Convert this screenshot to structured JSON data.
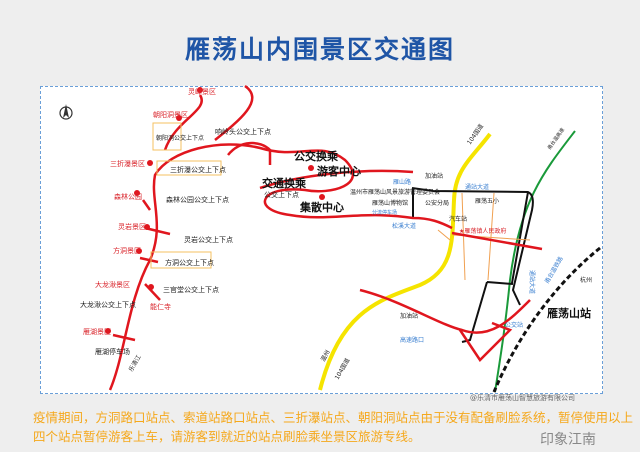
{
  "title": "雁荡山内围景区交通图",
  "map": {
    "scenic_spots": [
      "灵峰景区",
      "朝阳洞景区",
      "三折瀑景区",
      "森林公园",
      "灵岩景区",
      "方洞景区",
      "大龙湫景区",
      "能仁寺",
      "雁湖景区"
    ],
    "bus_stops": [
      "响岭头公交上下点",
      "朝阳洞公交上下点",
      "三折瀑公交上下点",
      "森林公园公交上下点",
      "灵岩公交上下点",
      "方洞公交上下点",
      "三官堂公交上下点",
      "大龙湫公交上下点",
      "雁湖停车场"
    ],
    "hubs": {
      "transfer_a": "公交换乘",
      "visitor_center": "游客中心",
      "transfer_b": "交通换乘",
      "transfer_b_sub": "公交上下点",
      "dispersal": "集散中心"
    },
    "places": {
      "committee": "温州市雁荡山风景旅游管理委员会",
      "museum": "雁荡山博物馆",
      "police": "公安分局",
      "bus_station": "汽车站",
      "school": "雁荡五小",
      "gov": "★雁荡镇人民政府",
      "gas1": "加油站",
      "gas2": "加油站",
      "train_station": "雁荡山站",
      "bus_stop": "公交站"
    },
    "roads": {
      "yanshan": "雁山路",
      "tongzhan": "通站大道",
      "songxi": "松溪大道",
      "tongzhan_v": "通站大道",
      "gaosu": "高速路口",
      "g104_n": "104国道",
      "g104_s": "104国道",
      "to_wenzhou": "温州",
      "to_hangzhou": "杭州",
      "to_lejiang": "乐清江",
      "expressway": "甬台温高速",
      "rail": "甬台温铁路",
      "parking": "分流停车场"
    },
    "colors": {
      "scenic_road": "#e0161e",
      "highway": "#f5e400",
      "expressway": "#1a9a3a",
      "town_road": "#111111",
      "local": "#f0a050"
    }
  },
  "copyright": "@乐清市雁荡山智慧旅游有限公司",
  "notice": "疫情期间，方洞路口站点、索道站路口站点、三折瀑站点、朝阳洞站点由于没有配备刷脸系统，暂停使用以上四个站点暂停游客上车，请游客到就近的站点刷脸乘坐景区旅游专线。",
  "watermark": "印象江南"
}
